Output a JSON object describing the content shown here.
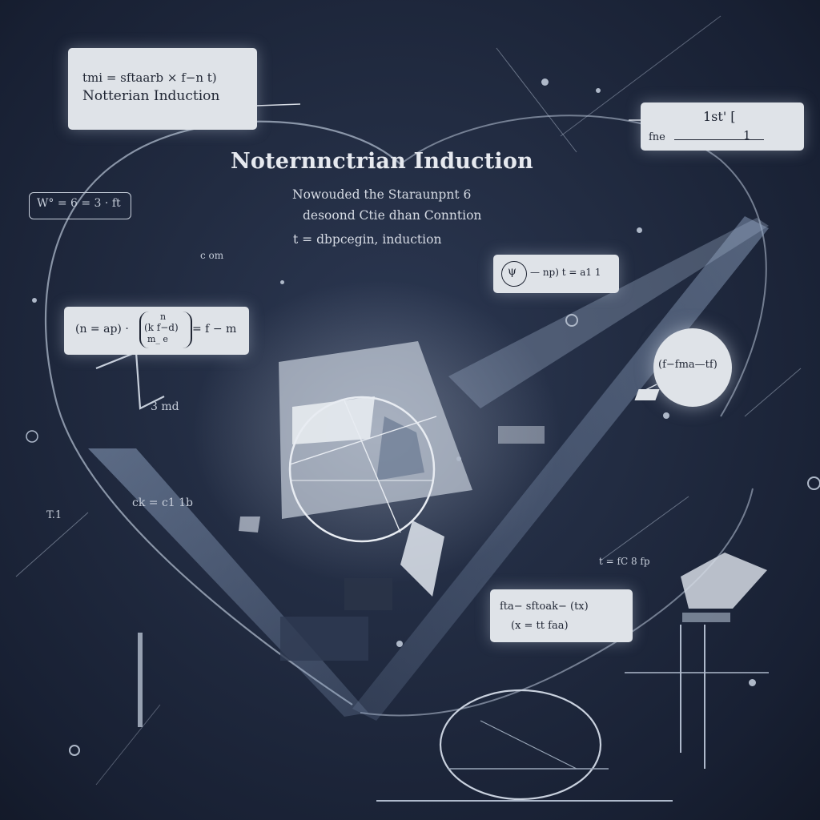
{
  "title": "Noternnctrian Induction",
  "subtitle_lines": [
    "Nowouded the Staraunpnt 6",
    "desoond Ctie dhan Conntion",
    "t = dbpcegin, induction"
  ],
  "cards": {
    "top_left": {
      "formula": "tmi = sftaarb × f−n t)",
      "label": "Notterian Induction"
    },
    "top_right": {
      "top": "1st' [",
      "bottom_left": "fne",
      "bottom_right": "1"
    },
    "middle_left": {
      "lhs": "(n = ap) ·",
      "matrix_top": "n",
      "matrix_mid": "(k f−d)",
      "matrix_bottom": "m_  e",
      "rhs": "= f − m"
    },
    "middle_right": {
      "symbol": "ψ",
      "formula": "— np) t = a1  1"
    },
    "circle_right": {
      "formula": "(f−fma—tf)"
    },
    "bottom_center": {
      "line1": "fta− sftoak− (tx)",
      "line2": "(x = tt  faa)"
    }
  },
  "scrawls": {
    "left_formula": "W° = 6 = 3 · ft",
    "left_small": "c om",
    "left_mid": "3  md",
    "left_low": "ck = c1 1b",
    "far_left": "T.1",
    "right_low": "t = fC  8 fp"
  },
  "colors": {
    "background": "#1b2336",
    "card": "#dfe3e8",
    "ink": "#1f2533",
    "chalk": "#d6dbe4"
  }
}
